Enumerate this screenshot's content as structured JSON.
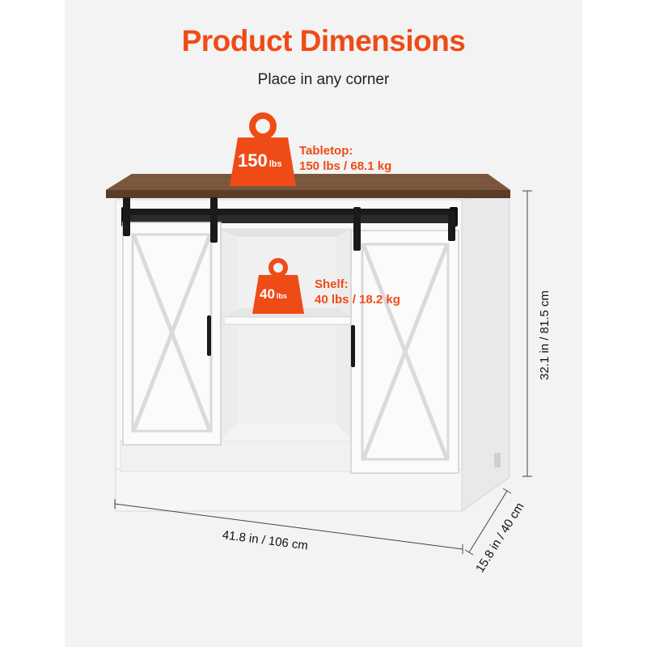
{
  "colors": {
    "accent": "#ef4b17",
    "background": "#f3f3f3",
    "cabinet": "#f7f7f7",
    "tabletop": "#6a4a32",
    "hardware": "#1a1a1a"
  },
  "header": {
    "title": "Product Dimensions",
    "subtitle": "Place in any corner"
  },
  "weights": {
    "tabletop": {
      "icon": "weight-icon",
      "number": "150",
      "unit": "lbs",
      "label": "Tabletop:",
      "value": "150 lbs / 68.1 kg"
    },
    "shelf": {
      "icon": "weight-icon",
      "number": "40",
      "unit": "lbs",
      "label": "Shelf:",
      "value": "40 lbs / 18.2 kg"
    }
  },
  "dimensions": {
    "width": "41.8 in / 106 cm",
    "depth": "15.8 in / 40 cm",
    "height": "32.1 in / 81.5 cm"
  }
}
